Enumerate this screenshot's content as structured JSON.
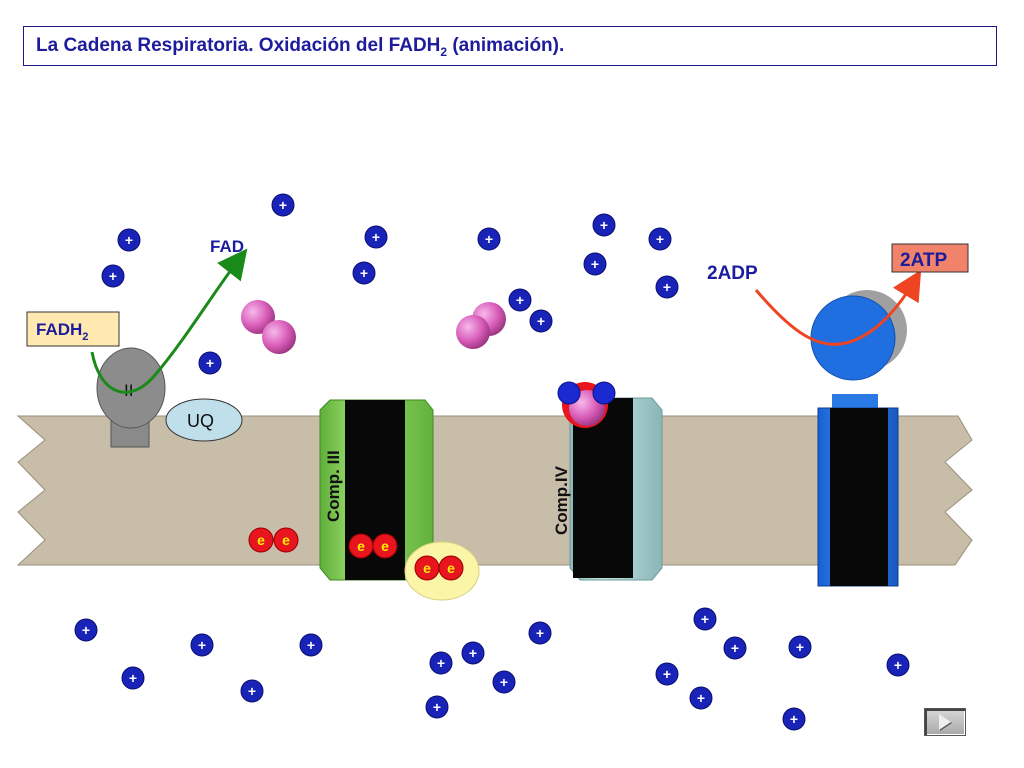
{
  "title": {
    "text_before": "La Cadena Respiratoria. Oxidación del FADH",
    "subscript": "2",
    "text_after": " (animación)."
  },
  "labels": {
    "fadh2": "FADH",
    "fadh2_sub": "2",
    "fad": "FAD",
    "complex_ii": "II",
    "uq": "UQ",
    "comp_iii": "Comp. III",
    "comp_iv": "Comp.IV",
    "adp": "2ADP",
    "atp": "2ATP",
    "electron": "e",
    "proton": "+"
  },
  "colors": {
    "title_text": "#1c1c9c",
    "membrane": "#c8bda8",
    "proton": "#1a23b8",
    "electron": "#e8141e",
    "comp_iii": "#7ec850",
    "comp_iv": "#a7cfcf",
    "atp_synthase": "#1f6fe0",
    "fadh2_box": "#ffe9b0",
    "atp_box": "#f0836a",
    "fad_arrow": "#1a8a1a",
    "adp_arrow": "#ee4422"
  },
  "icons": {
    "next": "play-forward-icon"
  }
}
